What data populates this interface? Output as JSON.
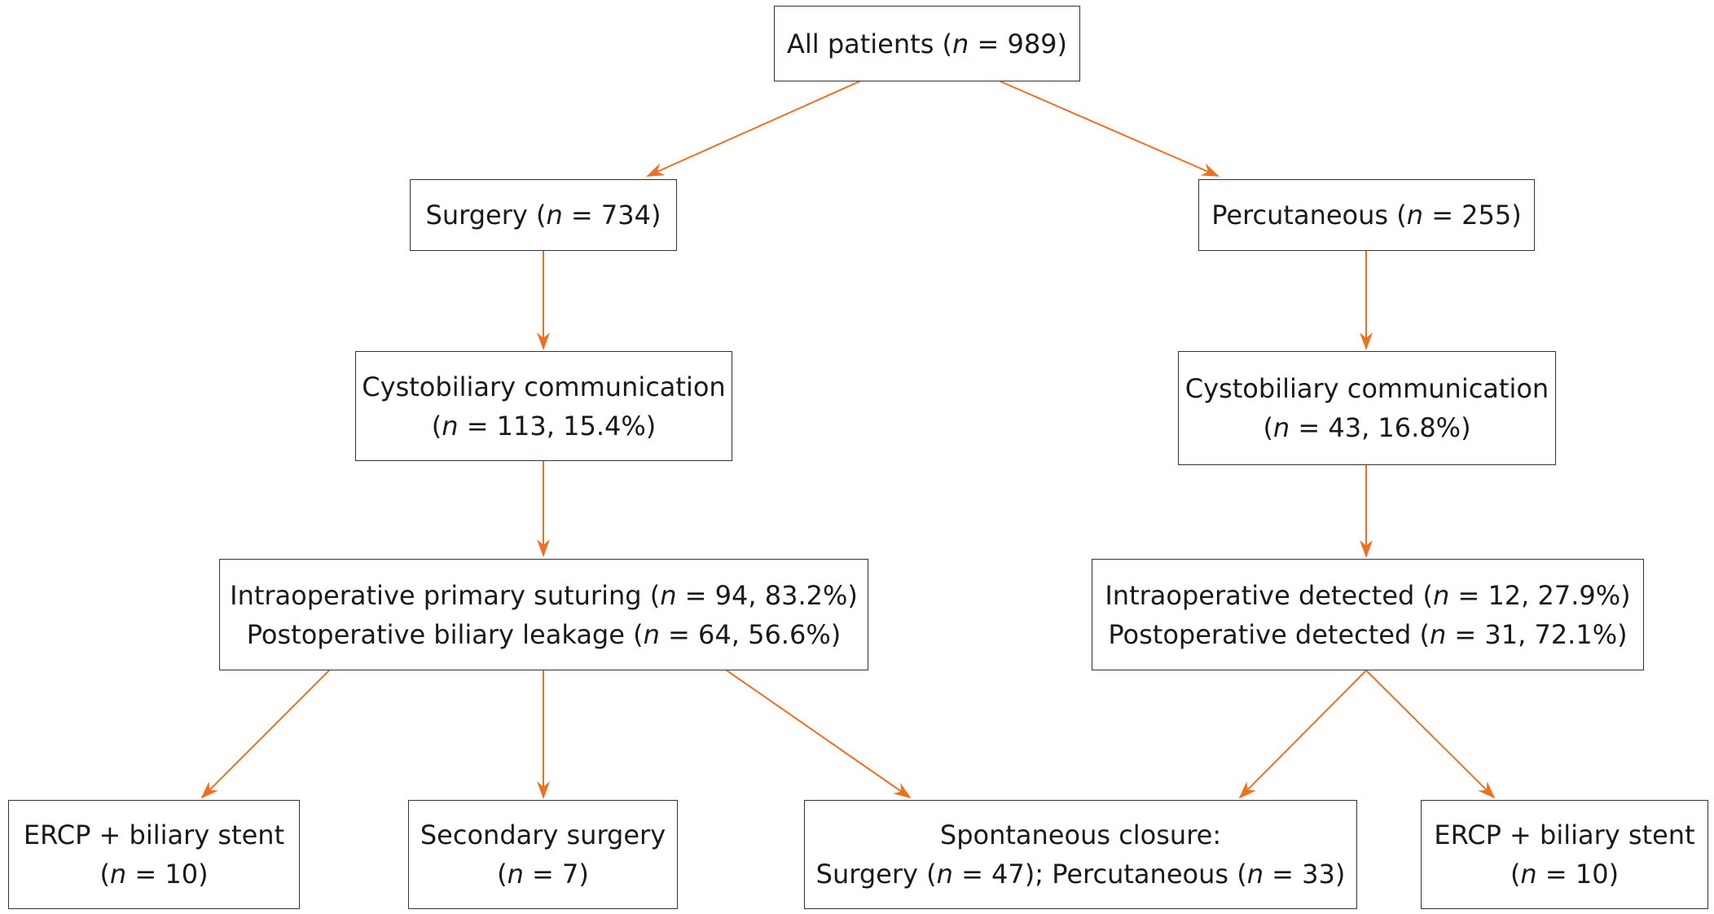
{
  "colors": {
    "arrow": "#f07022",
    "box_border": "#333333",
    "text": "#1a1a1a",
    "background": "#ffffff"
  },
  "nodes": {
    "all": {
      "lines": [
        {
          "pre": "All patients (",
          "n": "n",
          "post": " = 989)"
        }
      ]
    },
    "surgery": {
      "lines": [
        {
          "pre": "Surgery (",
          "n": "n",
          "post": " = 734)"
        }
      ]
    },
    "percut": {
      "lines": [
        {
          "pre": "Percutaneous (",
          "n": "n",
          "post": " = 255)"
        }
      ]
    },
    "s_cbc": {
      "lines": [
        {
          "pre": "Cystobiliary communication",
          "n": "",
          "post": ""
        },
        {
          "pre": "(",
          "n": "n",
          "post": " = 113, 15.4%)"
        }
      ]
    },
    "p_cbc": {
      "lines": [
        {
          "pre": "Cystobiliary communication",
          "n": "",
          "post": ""
        },
        {
          "pre": "(",
          "n": "n",
          "post": " = 43, 16.8%)"
        }
      ]
    },
    "s_intra": {
      "lines": [
        {
          "pre": "Intraoperative primary suturing (",
          "n": "n",
          "post": " = 94, 83.2%)"
        },
        {
          "pre": "Postoperative biliary leakage (",
          "n": "n",
          "post": " = 64, 56.6%)"
        }
      ]
    },
    "p_intra": {
      "lines": [
        {
          "pre": "Intraoperative detected (",
          "n": "n",
          "post": " = 12, 27.9%)"
        },
        {
          "pre": "Postoperative detected (",
          "n": "n",
          "post": " = 31, 72.1%)"
        }
      ]
    },
    "ercp_left": {
      "lines": [
        {
          "pre": "ERCP + biliary stent",
          "n": "",
          "post": ""
        },
        {
          "pre": "(",
          "n": "n",
          "post": " = 10)"
        }
      ]
    },
    "secondary": {
      "lines": [
        {
          "pre": "Secondary surgery",
          "n": "",
          "post": ""
        },
        {
          "pre": "(",
          "n": "n",
          "post": " = 7)"
        }
      ]
    },
    "spontaneous": {
      "lines": [
        {
          "pre": "Spontaneous closure:",
          "n": "",
          "post": ""
        },
        {
          "pre": "Surgery (",
          "n": "n",
          "post": " = 47); Percutaneous (",
          "n2": "n",
          "post2": " = 33)"
        }
      ]
    },
    "ercp_right": {
      "lines": [
        {
          "pre": "ERCP + biliary stent",
          "n": "",
          "post": ""
        },
        {
          "pre": "(",
          "n": "n",
          "post": " = 10)"
        }
      ]
    }
  }
}
